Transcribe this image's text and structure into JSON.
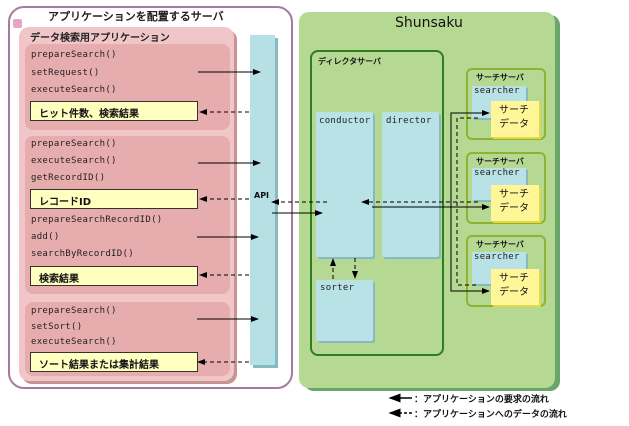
{
  "app_server": {
    "title": "アプリケーションを配置するサーバ",
    "search_app": {
      "title": "データ検索用アプリケーション",
      "blocks": [
        {
          "calls": [
            "prepareSearch()",
            "setRequest()",
            "executeSearch()"
          ],
          "result": "ヒット件数、検索結果"
        },
        {
          "calls": [
            "prepareSearch()",
            "executeSearch()",
            "getRecordID()"
          ],
          "result": "レコードID",
          "calls2": [
            "prepareSearchRecordID()",
            "add()",
            "searchByRecordID()"
          ],
          "result2": "検索結果"
        },
        {
          "calls": [
            "prepareSearch()",
            "setSort()",
            "executeSearch()"
          ],
          "result": "ソート結果または集計結果"
        }
      ]
    }
  },
  "api": {
    "label": "API"
  },
  "shunsaku": {
    "title": "Shunsaku",
    "director_server": {
      "title": "ディレクタサーバ",
      "components": [
        "conductor",
        "director",
        "sorter"
      ]
    },
    "search_servers": [
      {
        "title": "サーチサーバ",
        "searcher": "searcher",
        "data_line1": "サーチ",
        "data_line2": "データ"
      },
      {
        "title": "サーチサーバ",
        "searcher": "searcher",
        "data_line1": "サーチ",
        "data_line2": "データ"
      },
      {
        "title": "サーチサーバ",
        "searcher": "searcher",
        "data_line1": "サーチ",
        "data_line2": "データ"
      }
    ]
  },
  "legend": {
    "request_flow": "：アプリケーションの要求の流れ",
    "data_flow": "：アプリケーションへのデータの流れ"
  }
}
